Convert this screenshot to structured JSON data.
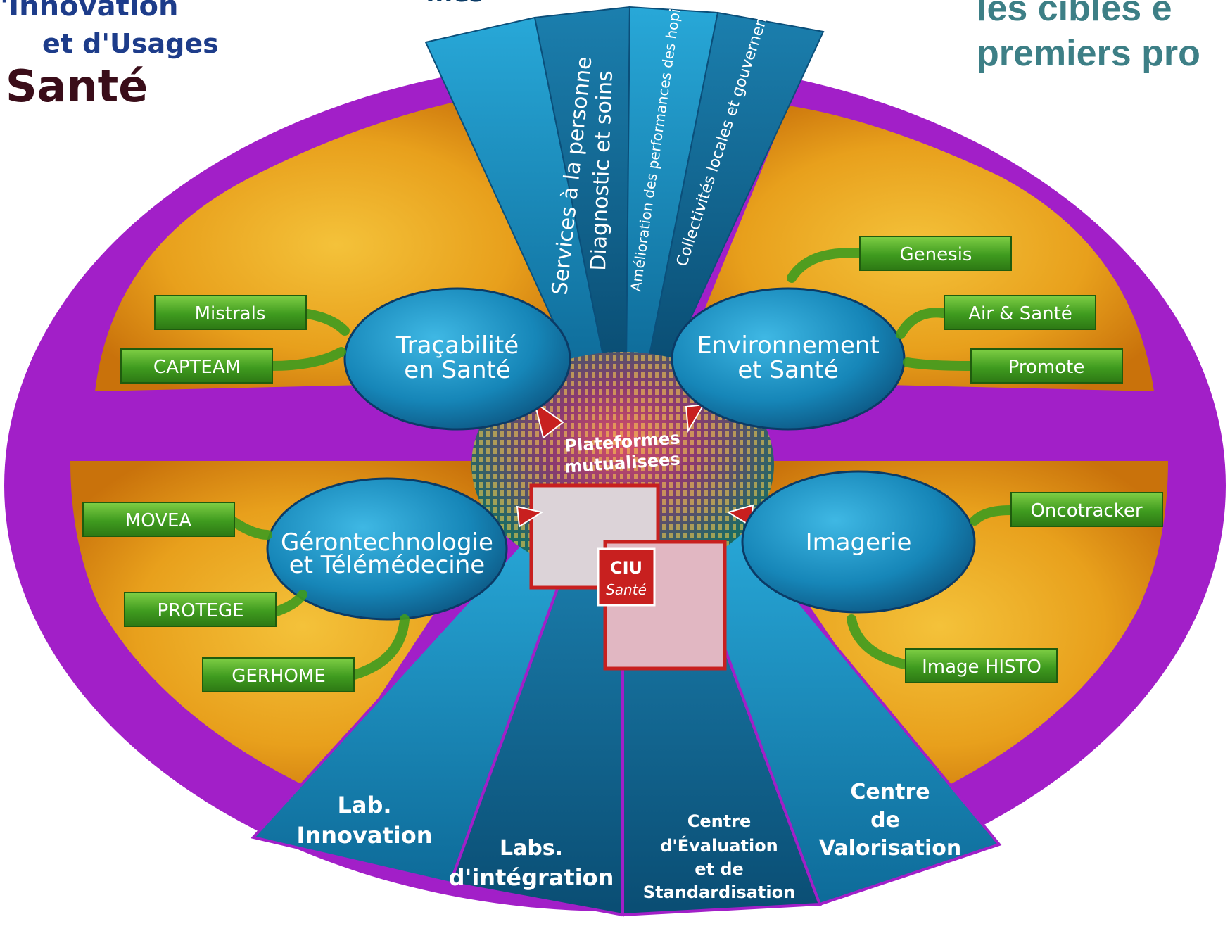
{
  "logo": {
    "line1": "'Innovation",
    "line2": "et d'Usages",
    "line3": "Santé"
  },
  "headline": {
    "line1": "les cibles e",
    "line2": "premiers pro"
  },
  "top_title": "...es",
  "sectors": [
    "Services à la personne",
    "Diagnostic et soins",
    "Amélioration des performances des hopitaux",
    "Collectivités locales et gouvernement"
  ],
  "hubs": {
    "tracabilite": [
      "Traçabilité",
      "en Santé"
    ],
    "environnement": [
      "Environnement",
      "et Santé"
    ],
    "geronto": [
      "Gérontechnologie",
      "et Télémédecine"
    ],
    "imagerie": [
      "Imagerie"
    ]
  },
  "center": {
    "label": [
      "Plateformes",
      "mutualisees"
    ],
    "badge": [
      "CIU",
      "Santé"
    ]
  },
  "projects": {
    "mistrals": "Mistrals",
    "capteam": "CAPTEAM",
    "genesis": "Genesis",
    "air_sante": "Air & Santé",
    "promote": "Promote",
    "movea": "MOVEA",
    "protege": "PROTEGE",
    "gerhome": "GERHOME",
    "oncotracker": "Oncotracker",
    "image_histo": "Image HISTO"
  },
  "labs": {
    "innovation": [
      "Lab.",
      "Innovation"
    ],
    "integration": [
      "Labs.",
      "d'intégration"
    ],
    "evaluation": [
      "Centre",
      "d'Évaluation",
      "et de",
      "Standardisation"
    ],
    "valorisation": [
      "Centre",
      "de",
      "Valorisation"
    ]
  },
  "colors": {
    "purple": "#a21fc8",
    "orange": "#e38e12",
    "blue": "#1a93c4",
    "green": "#4ea72d",
    "red": "#c8201f"
  }
}
